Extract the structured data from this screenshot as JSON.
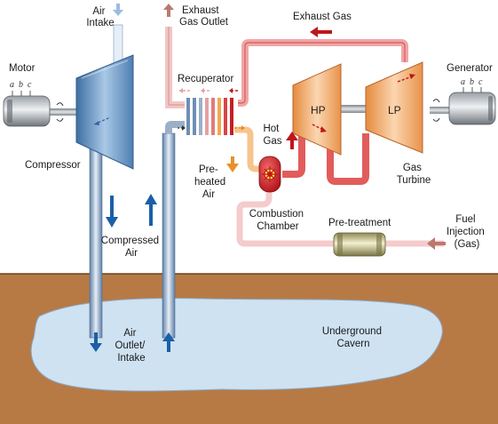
{
  "labels": {
    "air_intake": [
      "Air",
      "Intake"
    ],
    "exhaust_gas_outlet": [
      "Exhaust",
      "Gas Outlet"
    ],
    "exhaust_gas": "Exhaust Gas",
    "motor": "Motor",
    "generator": "Generator",
    "phases": [
      "a",
      "b",
      "c"
    ],
    "recuperator": "Recuperator",
    "compressor": "Compressor",
    "hp": "HP",
    "lp": "LP",
    "hot_gas": [
      "Hot",
      "Gas"
    ],
    "preheated_air": [
      "Pre-",
      "heated",
      "Air"
    ],
    "gas_turbine": [
      "Gas",
      "Turbine"
    ],
    "combustion_chamber": [
      "Combustion",
      "Chamber"
    ],
    "pretreatment": "Pre-treatment",
    "fuel_injection": [
      "Fuel",
      "Injection",
      "(Gas)"
    ],
    "compressed_air": [
      "Compressed",
      "Air"
    ],
    "air_outlet_intake": [
      "Air",
      "Outlet/",
      "Intake"
    ],
    "underground_cavern": [
      "Underground",
      "Cavern"
    ]
  },
  "colors": {
    "air_blue": "#1a5fa8",
    "hot_red": "#c0161b",
    "warm_orange": "#e8902a",
    "ground_brown": "#b77a45",
    "cavern_blue": "#cfe2f2"
  }
}
